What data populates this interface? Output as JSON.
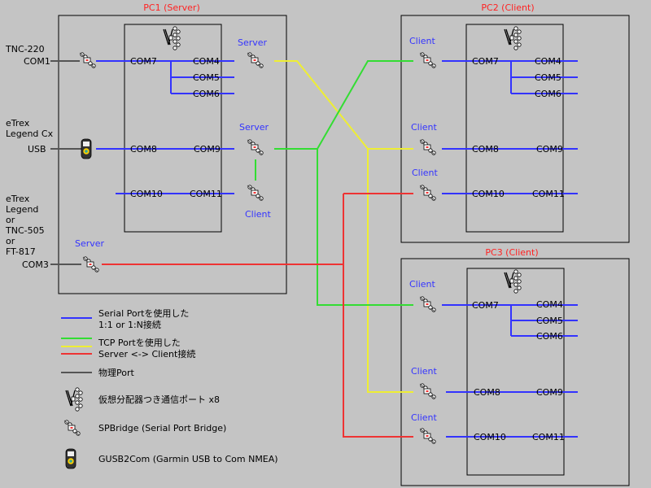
{
  "pc1": {
    "title": "PC1 (Server)",
    "com7": "COM7",
    "com4": "COM4",
    "com5": "COM5",
    "com6": "COM6",
    "com8": "COM8",
    "com9": "COM9",
    "com10": "COM10",
    "com11": "COM11",
    "server_top": "Server",
    "server_mid": "Server",
    "client_inner": "Client",
    "server_bottom": "Server"
  },
  "pc2": {
    "title": "PC2 (Client)",
    "client1": "Client",
    "client2": "Client",
    "client3": "Client",
    "com7": "COM7",
    "com4": "COM4",
    "com5": "COM5",
    "com6": "COM6",
    "com8": "COM8",
    "com9": "COM9",
    "com10": "COM10",
    "com11": "COM11"
  },
  "pc3": {
    "title": "PC3 (Client)",
    "client1": "Client",
    "client2": "Client",
    "client3": "Client",
    "com7": "COM7",
    "com4": "COM4",
    "com5": "COM5",
    "com6": "COM6",
    "com8": "COM8",
    "com9": "COM9",
    "com10": "COM10",
    "com11": "COM11"
  },
  "devices": {
    "tnc220": "TNC-220",
    "com1": "COM1",
    "etrex_cx_1": "eTrex",
    "etrex_cx_2": "Legend Cx",
    "usb": "USB",
    "multi_1": "eTrex",
    "multi_2": "Legend",
    "multi_3": "or",
    "multi_4": "TNC-505",
    "multi_5": "or",
    "multi_6": "FT-817",
    "com3": "COM3"
  },
  "legend": {
    "blue_1": "Serial Portを使用した",
    "blue_2": "1:1 or 1:N接続",
    "green": "TCP Portを使用した",
    "red": "Server <-> Client接続",
    "gray": "物理Port",
    "vport": "仮想分配器つき通信ポート x8",
    "spbridge": "SPBridge (Serial Port Bridge)",
    "gusb": "GUSB2Com (Garmin USB to Com NMEA)"
  },
  "colors": {
    "serial": "#3333ff",
    "tcp_green": "#33dd33",
    "tcp_yellow": "#eeee33",
    "server_client": "#ee3333",
    "physical": "#555555",
    "title": "#ff2222"
  }
}
